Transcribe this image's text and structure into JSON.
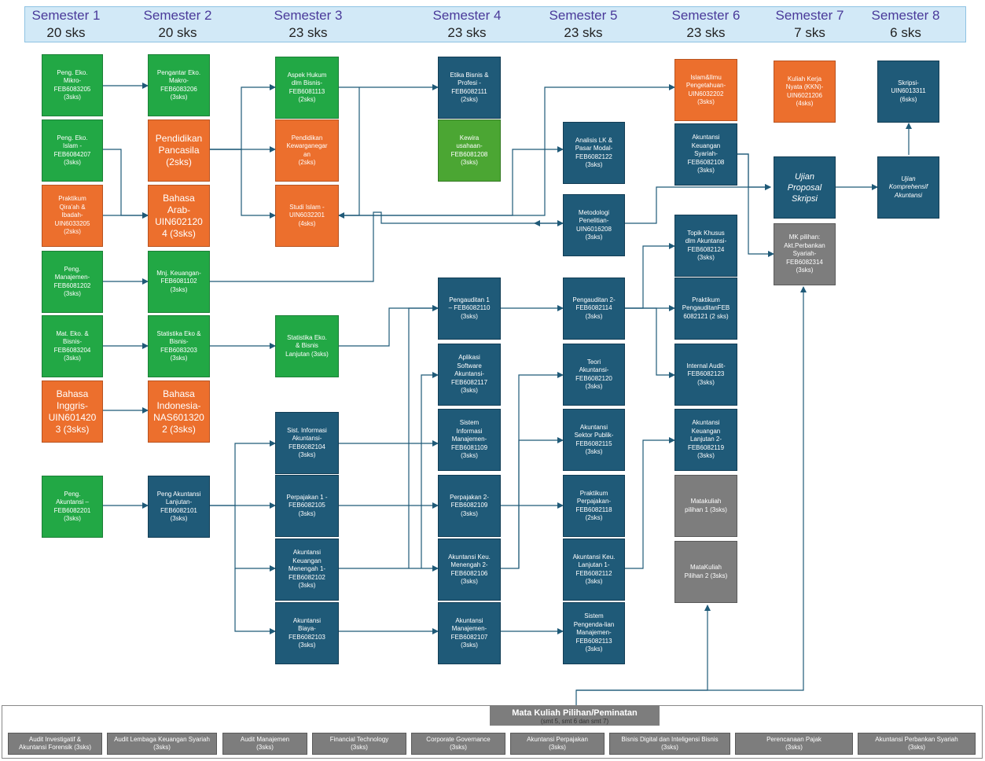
{
  "semesters": [
    {
      "name": "Semester 1",
      "sks": "20 sks"
    },
    {
      "name": "Semester 2",
      "sks": "20 sks"
    },
    {
      "name": "Semester 3",
      "sks": "23 sks"
    },
    {
      "name": "Semester 4",
      "sks": "23 sks"
    },
    {
      "name": "Semester 5",
      "sks": "23 sks"
    },
    {
      "name": "Semester 6",
      "sks": "23 sks"
    },
    {
      "name": "Semester 7",
      "sks": "7 sks"
    },
    {
      "name": "Semester 8",
      "sks": "6 sks"
    }
  ],
  "courses": {
    "c1a": "Peng. Eko.\nMikro-\nFEB6083205\n(3sks)",
    "c1b": "Peng. Eko.\nIslam -\nFEB6084207\n(3sks)",
    "c1c": "Praktikum\nQira'ah &\nIbadah-\nUIN6033205\n(2sks)",
    "c1d": "Peng.\nManajemen-\nFEB6081202\n(3sks)",
    "c1e": "Mat. Eko. &\nBisnis-\nFEB6083204\n(3sks)",
    "c1f": "Bahasa\nInggris-\nUIN601420\n3 (3sks)",
    "c1g": "Peng.\nAkuntansi –\nFEB6082201\n(3sks)",
    "c2a": "Pengantar Eko.\nMakro-\nFEB6083206\n(3sks)",
    "c2b": "Pendidikan\nPancasila\n(2sks)",
    "c2c": "Bahasa\nArab-\nUIN602120\n4 (3sks)",
    "c2d": "Mnj. Keuangan-\nFEB6081102\n(3sks)",
    "c2e": "Statistika Eko &\nBisnis-\nFEB6083203\n(3sks)",
    "c2f": "Bahasa\nIndonesia-\nNAS601320\n2 (3sks)",
    "c2g": "Peng Akuntansi\nLanjutan-\nFEB6082101\n(3sks)",
    "c3a": "Aspek Hukum\ndlm Bisnis-\nFEB6081113\n(2sks)",
    "c3b": "Pendidikan\nKewarganegar\nan\n(2sks)",
    "c3c": "Studi Islam -\nUIN6032201\n(4sks)",
    "c3d": "Statistika Eko.\n& Bisnis\nLanjutan (3sks)",
    "c3e": "Sist. Informasi\nAkuntansi-\nFEB6082104\n(3sks)",
    "c3f": "Perpajakan 1 -\nFEB6082105\n(3sks)",
    "c3g": "Akuntansi\nKeuangan\nMenengah 1-\nFEB6082102\n(3sks)",
    "c3h": "Akuntansi\nBiaya-\nFEB6082103\n(3sks)",
    "c4a": "Etika Bisnis &\nProfesi -\nFEB6082111\n(2sks)",
    "c4b": "Kewira\nusahaan-\nFEB6081208\n(3sks)",
    "c4c": "Pengauditan 1\n– FEB6082110\n(3sks)",
    "c4d": "Aplikasi\nSoftware\nAkuntansi-\nFEB6082117\n(3sks)",
    "c4e": "Sistem\nInformasi\nManajemen-\nFEB6081109\n(3sks)",
    "c4f": "Perpajakan 2-\nFEB6082109\n(3sks)",
    "c4g": "Akuntansi Keu.\nMenengah 2-\nFEB6082106\n(3sks)",
    "c4h": "Akuntansi\nManajemen-\nFEB6082107\n(3sks)",
    "c5a": "Analisis LK &\nPasar Modal-\nFEB6082122\n(3sks)",
    "c5b": "Metodologi\nPenelitian-\nUIN6016208\n(3sks)",
    "c5c": "Pengauditan 2-\nFEB6082114\n(3sks)",
    "c5d": "Teori\nAkuntansi-\nFEB6082120\n(3sks)",
    "c5e": "Akuntansi\nSektor Publik-\nFEB6082115\n(3sks)",
    "c5f": "Praktikum\nPerpajakan-\nFEB6082118\n(2sks)",
    "c5g": "Akuntansi Keu.\nLanjutan 1-\nFEB6082112\n(3sks)",
    "c5h": "Sistem\nPengenda-lian\nManajemen-\nFEB6082113\n(3sks)",
    "c6a": "Islam&Ilmu\nPengetahuan-\nUIN6032202\n(3sks)",
    "c6b": "Akuntansi\nKeuangan\nSyariah-\nFEB6082108\n(3sks)",
    "c6c": "Topik Khusus\ndlm Akuntansi-\nFEB6082124\n(3sks)",
    "c6d": "Praktikum\nPengauditanFEB\n6082121 (2 sks)",
    "c6e": "Internal Audit-\nFEB6082123\n(3sks)",
    "c6f": "Akuntansi\nKeuangan\nLanjutan 2-\nFEB6082119\n(3sks)",
    "c6g": "Matakuliah\npilihan 1 (3sks)",
    "c6h": "MataKuliah\nPilihan 2 (3sks)",
    "c7a": "Kuliah Kerja\nNyata (KKN)-\nUIN6021206\n(4sks)",
    "c7b": "Ujian\nProposal\nSkripsi",
    "c7c": "MK pilihan:\nAkt.Perbankan\nSyariah-\nFEB6082314\n(3sks)",
    "c8a": "Skripsi-\nUIN6013311\n(6sks)",
    "c8b": "Ujian\nKomprehensif\nAkuntansi"
  },
  "electives": {
    "title": "Mata Kuliah Pilihan/Peminatan",
    "subtitle": "(smt 5, smt 6 dan smt 7)",
    "items": [
      "Audit Investigatif &\nAkuntansi Forensik (3sks)",
      "Audit Lembaga Keuangan Syariah\n(3sks)",
      "Audit Manajemen\n(3sks)",
      "Financial Technology\n(3sks)",
      "Corporate Governance\n(3sks)",
      "Akuntansi Perpajakan\n(3sks)",
      "Bisnis Digital dan Inteligensi Bisnis\n(3sks)",
      "Perencanaan Pajak\n(3sks)",
      "Akuntansi Perbankan Syariah\n(3sks)"
    ]
  },
  "colors": {
    "green": "#22a845",
    "orange": "#ec6f2d",
    "blue": "#1f5a78",
    "gray": "#7d7d7d",
    "header": "#d2e9f7",
    "semester_text": "#4a3a9a",
    "lines": "#1f5a78"
  }
}
